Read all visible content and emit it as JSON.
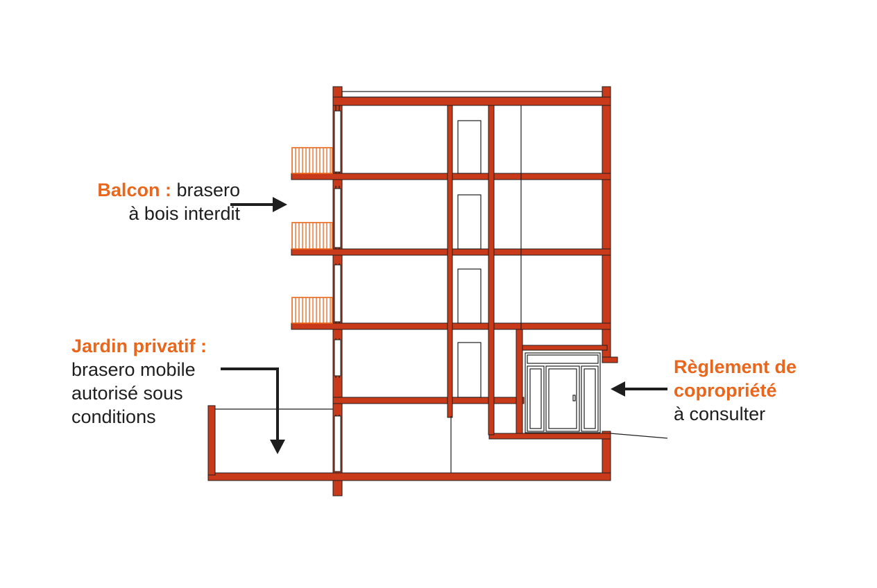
{
  "colors": {
    "structure": "#c93a1b",
    "railing": "#e8671c",
    "accent_text": "#e8671c",
    "body_text": "#1e1e1e",
    "arrow": "#1e1e1e"
  },
  "annotations": {
    "balcon": {
      "heading": "Balcon :",
      "text_line1": "brasero",
      "text_line2": "à bois interdit"
    },
    "jardin": {
      "heading": "Jardin privatif :",
      "text_line1": "brasero mobile",
      "text_line2": "autorisé sous",
      "text_line3": "conditions"
    },
    "reglement": {
      "heading_line1": "Règlement de",
      "heading_line2": "copropriété",
      "text_line1": "à consulter"
    }
  },
  "building": {
    "floors": 5,
    "balconies": 3,
    "icons": [
      "balcony-railing-icon",
      "glass-entrance-door-icon",
      "arrow-icon"
    ]
  }
}
